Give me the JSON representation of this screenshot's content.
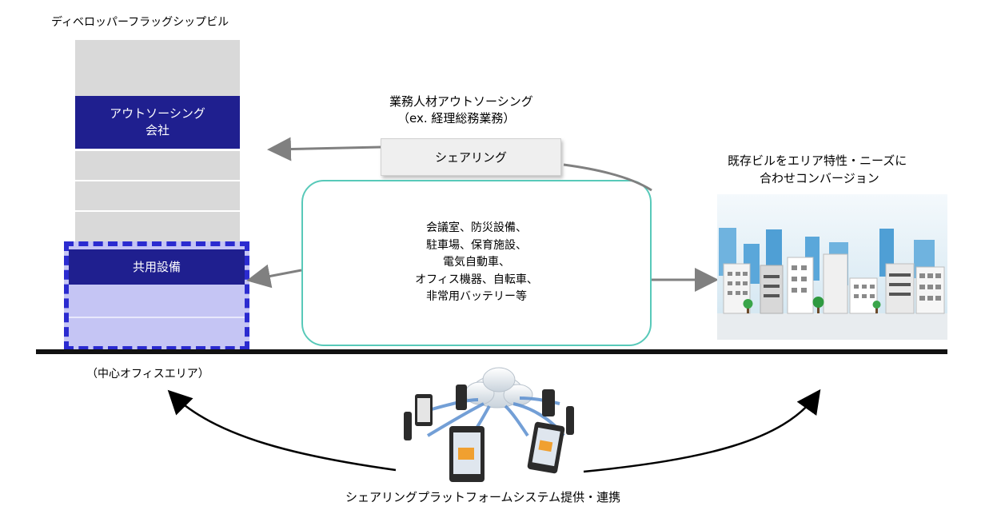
{
  "developer_building": {
    "label": "ディベロッパーフラッグシップビル",
    "outsourcing_floor": "アウトソーシング\n会社",
    "shared_facility_floor": "共用設備",
    "area_label": "（中心オフィスエリア）"
  },
  "outsourcing": {
    "title_line1": "業務人材アウトソーシング",
    "title_line2": "（ex. 経理総務業務）",
    "sharing_box": "シェアリング"
  },
  "facilities": {
    "text": "会議室、防災設備、\n駐車場、保育施設、\n電気自動車、\nオフィス機器、自転車、\n非常用バッテリー等"
  },
  "existing_building": {
    "label_line1": "既存ビルをエリア特性・ニーズに",
    "label_line2": "合わせコンバージョン"
  },
  "platform": {
    "label": "シェアリングプラットフォームシステム提供・連携"
  },
  "colors": {
    "dark_navy": "#1f1f8f",
    "floor_gray": "#d9d9d9",
    "dashed_blue": "#2b2bd0",
    "box_border_teal": "#58c9b9",
    "arrow_gray": "#808080"
  }
}
